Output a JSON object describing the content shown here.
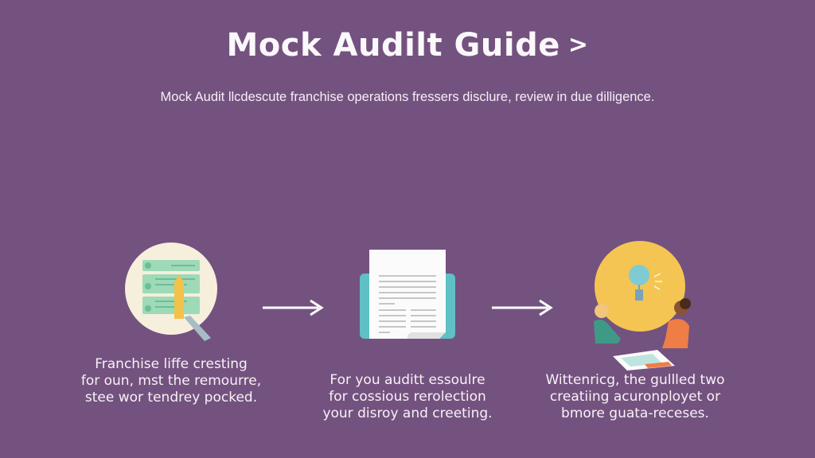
{
  "header": {
    "title": "Mock Audilt Guide",
    "title_chevron": ">",
    "subtitle": "Mock Audit llcdescute franchise operations fressers disclure, review in due dilligence."
  },
  "colors": {
    "background": "#74527f",
    "circle_cream": "#f6efdc",
    "card_green": "#9ed9b8",
    "pencil_yellow": "#f2c24a",
    "doc_teal": "#5fc0c6",
    "circle_yellow": "#f4c553",
    "bulb_blue": "#7fcbd3",
    "person_green": "#3e9a86",
    "person_orange": "#ef7d46"
  },
  "steps": [
    {
      "icon": "checklist-pencil-icon",
      "caption_lines": [
        "Franchise liffe cresting",
        "for oun, mst the remourre,",
        "stee wor tendrey pocked."
      ]
    },
    {
      "icon": "document-folder-icon",
      "caption_lines": [
        "For you auditt essoulre",
        "for cossious rerolection",
        "your disroy and creeting."
      ]
    },
    {
      "icon": "collaboration-lightbulb-icon",
      "caption_lines": [
        "Wittenricg, the gullled two",
        "creatiing acuronployet or",
        "bmore guata-receses."
      ]
    }
  ],
  "arrows": [
    {
      "icon": "arrow-right-icon"
    },
    {
      "icon": "arrow-right-icon"
    }
  ]
}
